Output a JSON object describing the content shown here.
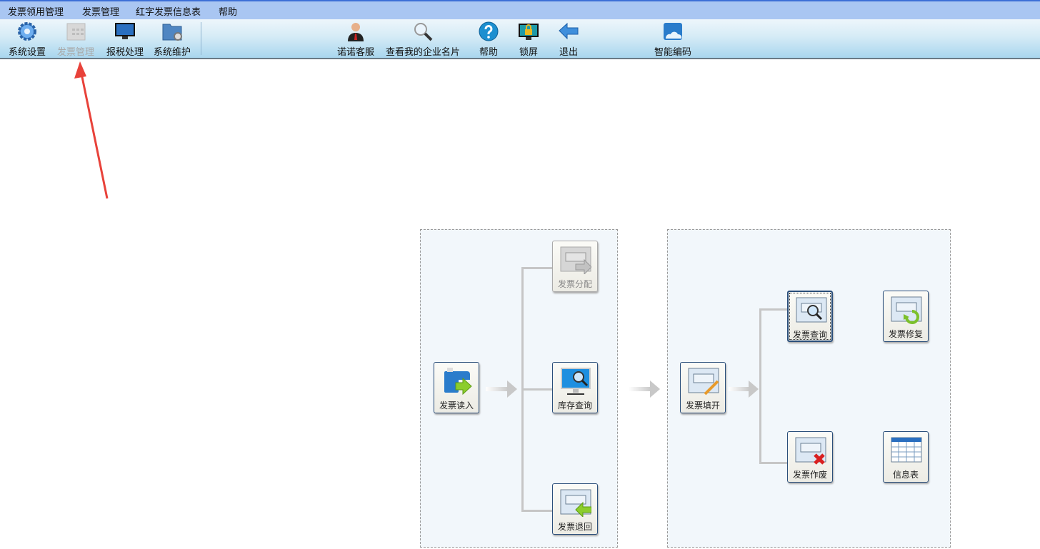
{
  "menu": [
    "发票领用管理",
    "发票管理",
    "红字发票信息表",
    "帮助"
  ],
  "toolbar": {
    "left": [
      {
        "label": "系统设置",
        "icon": "gear-icon"
      },
      {
        "label": "发票管理",
        "icon": "invoice-grid-icon",
        "disabled": true
      },
      {
        "label": "报税处理",
        "icon": "monitor-icon"
      },
      {
        "label": "系统维护",
        "icon": "folder-gear-icon"
      }
    ],
    "right": [
      {
        "label": "诺诺客服",
        "icon": "support-person-icon"
      },
      {
        "label": "查看我的企业名片",
        "icon": "magnifier-icon"
      },
      {
        "label": "帮助",
        "icon": "help-icon"
      },
      {
        "label": "锁屏",
        "icon": "lock-screen-icon"
      },
      {
        "label": "退出",
        "icon": "exit-arrow-icon"
      },
      {
        "label": "智能编码",
        "icon": "cloud-icon"
      }
    ]
  },
  "flow": {
    "read": "发票读入",
    "distribute": "发票分配",
    "stock_query": "库存查询",
    "return": "发票退回",
    "issue": "发票填开",
    "query": "发票查询",
    "repair": "发票修复",
    "void": "发票作废",
    "info_table": "信息表"
  },
  "colors": {
    "menubar": "#a9c6f2",
    "annotation_arrow": "#e8423a"
  }
}
